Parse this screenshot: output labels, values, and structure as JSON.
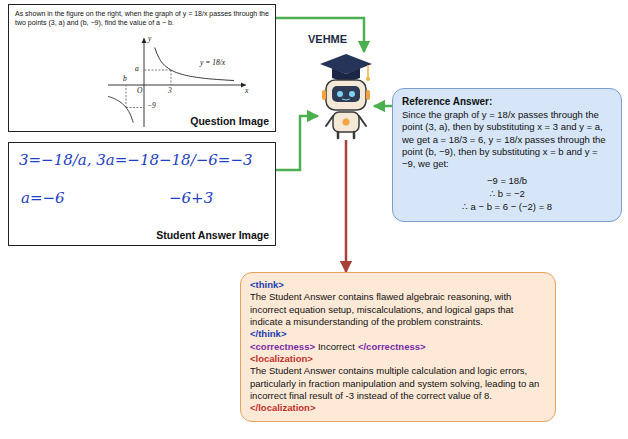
{
  "diagram": {
    "nodes": [
      {
        "text": [
          "As shown in the figure on the right, when the graph of y = 18/x passes through the two points (3, a) and (b, −9), find the value of a − b.",
          "Question Image"
        ]
      },
      {
        "text": [
          "3=−18/a, 3a=−18",
          "a=−6",
          "−18/−6=−3",
          "−6+3",
          "Student Answer Image"
        ]
      },
      {
        "text": [
          "VEHME"
        ]
      },
      {
        "text": [
          "Reference Answer:",
          "Since the graph of y = 18/x passes through the point (3, a), then by substituting x = 3 and y = a, we get a = 18/3 = 6, y = 18/x passes through the point (b, −9), then by substituting x = b and y = −9, we get:",
          "−9 = 18/b",
          "∴ b = −2",
          "∴ a − b = 6 − (−2) = 8"
        ]
      },
      {
        "text": [
          "<think>",
          "The Student Answer contains flawed algebraic reasoning, with incorrect equation setup, miscalculations, and logical gaps that indicate a misunderstanding of the problem constraints.",
          "</think>",
          "<correctness>",
          "Incorrect",
          "</correctness>",
          "<localization>",
          "The Student Answer contains multiple calculation and logic errors, particularly in fraction manipulation and system solving, leading to an incorrect final result of -3 instead of the correct value of 8.",
          "</localization>"
        ]
      }
    ],
    "edges": [
      {
        "from": 0,
        "to": 2,
        "arrow": "to"
      },
      {
        "from": 1,
        "to": 2,
        "arrow": "to"
      },
      {
        "from": 3,
        "to": 2,
        "arrow": "to"
      },
      {
        "from": 2,
        "to": 4,
        "arrow": "to"
      }
    ],
    "labels": [
      "a",
      "b",
      "O",
      "3",
      "x",
      "−9",
      "y",
      "y = 18/x"
    ]
  }
}
